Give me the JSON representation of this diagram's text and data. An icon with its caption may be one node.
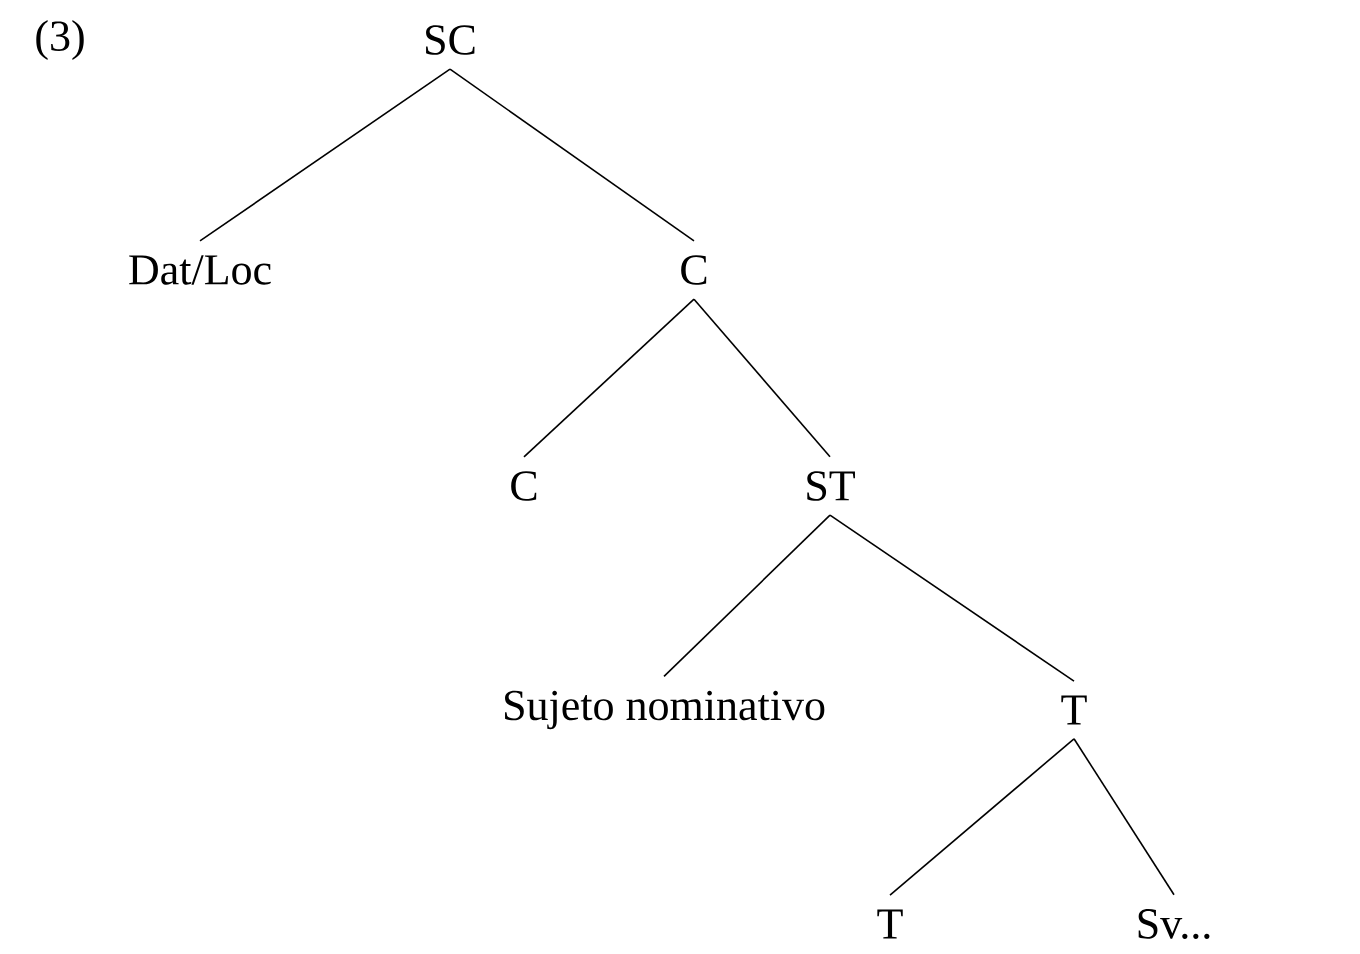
{
  "diagram": {
    "nodes": [
      {
        "text": [
          "SC"
        ]
      },
      {
        "text": [
          "Dat/Loc"
        ]
      },
      {
        "text": [
          "C"
        ]
      },
      {
        "text": [
          "C"
        ]
      },
      {
        "text": [
          "ST"
        ]
      },
      {
        "text": [
          "Sujeto nominativo"
        ]
      },
      {
        "text": [
          "T"
        ]
      },
      {
        "text": [
          "T"
        ]
      },
      {
        "text": [
          "Sv..."
        ]
      }
    ],
    "edges": [
      {
        "from": 0,
        "to": 1,
        "arrow": "none"
      },
      {
        "from": 0,
        "to": 2,
        "arrow": "none"
      },
      {
        "from": 2,
        "to": 3,
        "arrow": "none"
      },
      {
        "from": 2,
        "to": 4,
        "arrow": "none"
      },
      {
        "from": 4,
        "to": 5,
        "arrow": "none"
      },
      {
        "from": 4,
        "to": 6,
        "arrow": "none"
      },
      {
        "from": 6,
        "to": 7,
        "arrow": "none"
      },
      {
        "from": 6,
        "to": 8,
        "arrow": "none"
      }
    ],
    "labels": [
      "(3)"
    ]
  }
}
